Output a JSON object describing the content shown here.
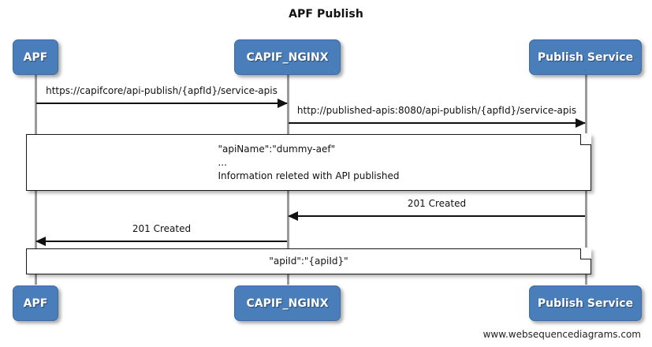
{
  "title": "APF Publish",
  "footer": "www.websequencediagrams.com",
  "participants": [
    {
      "name": "APF",
      "label": "APF"
    },
    {
      "name": "CAPIF_NGINX",
      "label": "CAPIF_NGINX"
    },
    {
      "name": "Publish Service",
      "label": "Publish Service"
    }
  ],
  "messages": [
    {
      "label": "https://capifcore/api-publish/{apfId}/service-apis",
      "from": "APF",
      "to": "CAPIF_NGINX",
      "direction": "right"
    },
    {
      "label": "http://published-apis:8080/api-publish/{apfId}/service-apis",
      "from": "CAPIF_NGINX",
      "to": "Publish Service",
      "direction": "right"
    },
    {
      "label": "201 Created",
      "from": "Publish Service",
      "to": "CAPIF_NGINX",
      "direction": "left"
    },
    {
      "label": "201 Created",
      "from": "CAPIF_NGINX",
      "to": "APF",
      "direction": "left"
    }
  ],
  "notes": [
    {
      "id": "note-request-payload",
      "lines": [
        "\"apiName\":\"dummy-aef\"",
        "...",
        "Information releted with API published"
      ]
    },
    {
      "id": "note-response-payload",
      "lines": [
        "\"apiId\":\"{apiId}\""
      ]
    }
  ],
  "colors": {
    "participant_fill": "#4a7ebb",
    "participant_text": "#ffffff",
    "line": "#111111",
    "lifeline": "#9a9a9a",
    "background": "#ffffff"
  }
}
